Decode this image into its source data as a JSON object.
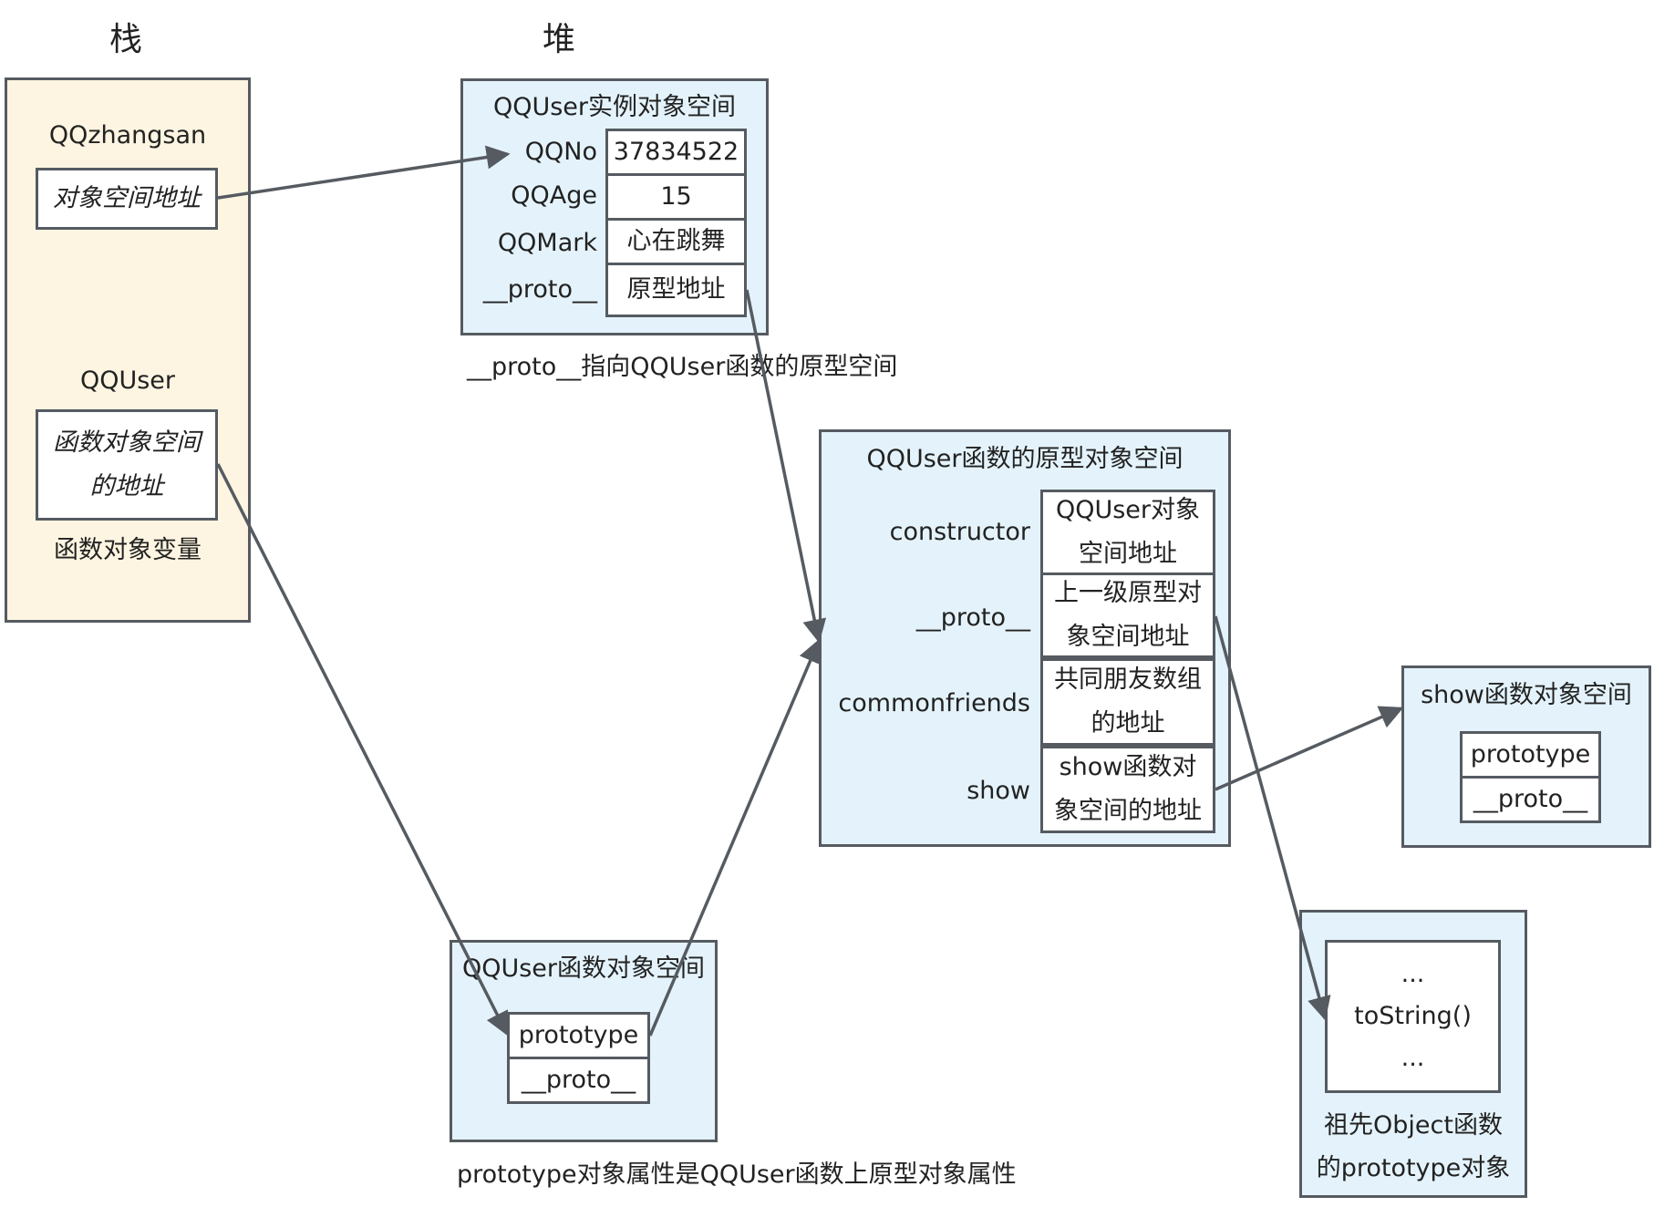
{
  "headings": {
    "stack": "栈",
    "heap": "堆"
  },
  "stack": {
    "var1_name": "QQzhangsan",
    "var1_value": "对象空间地址",
    "var2_name": "QQUser",
    "var2_value_line1": "函数对象空间",
    "var2_value_line2": "的地址",
    "var2_caption": "函数对象变量"
  },
  "instance": {
    "title": "QQUser实例对象空间",
    "rows": [
      {
        "key": "QQNo",
        "value": "37834522"
      },
      {
        "key": "QQAge",
        "value": "15"
      },
      {
        "key": "QQMark",
        "value": "心在跳舞"
      },
      {
        "key": "__proto__",
        "value": "原型地址"
      }
    ],
    "caption": "__proto__指向QQUser函数的原型空间"
  },
  "prototype_obj": {
    "title": "QQUser函数的原型对象空间",
    "rows": [
      {
        "key": "constructor",
        "line1": "QQUser对象",
        "line2": "空间地址"
      },
      {
        "key": "__proto__",
        "line1": "上一级原型对",
        "line2": "象空间地址"
      },
      {
        "key": "commonfriends",
        "line1": "共同朋友数组",
        "line2": "的地址"
      },
      {
        "key": "show",
        "line1": "show函数对",
        "line2": "象空间的地址"
      }
    ]
  },
  "function_obj": {
    "title": "QQUser函数对象空间",
    "slot1": "prototype",
    "slot2": "__proto__",
    "caption": "prototype对象属性是QQUser函数上原型对象属性"
  },
  "show_obj": {
    "title": "show函数对象空间",
    "slot1": "prototype",
    "slot2": "__proto__"
  },
  "object_proto": {
    "line1": "...",
    "line2": "toString()",
    "line3": "...",
    "caption_line1": "祖先Object函数",
    "caption_line2": "的prototype对象"
  },
  "colors": {
    "stack_fill": "#fdf5e1",
    "heap_fill": "#e4f3fb",
    "border": "#555b61",
    "arrow": "#555b61"
  }
}
